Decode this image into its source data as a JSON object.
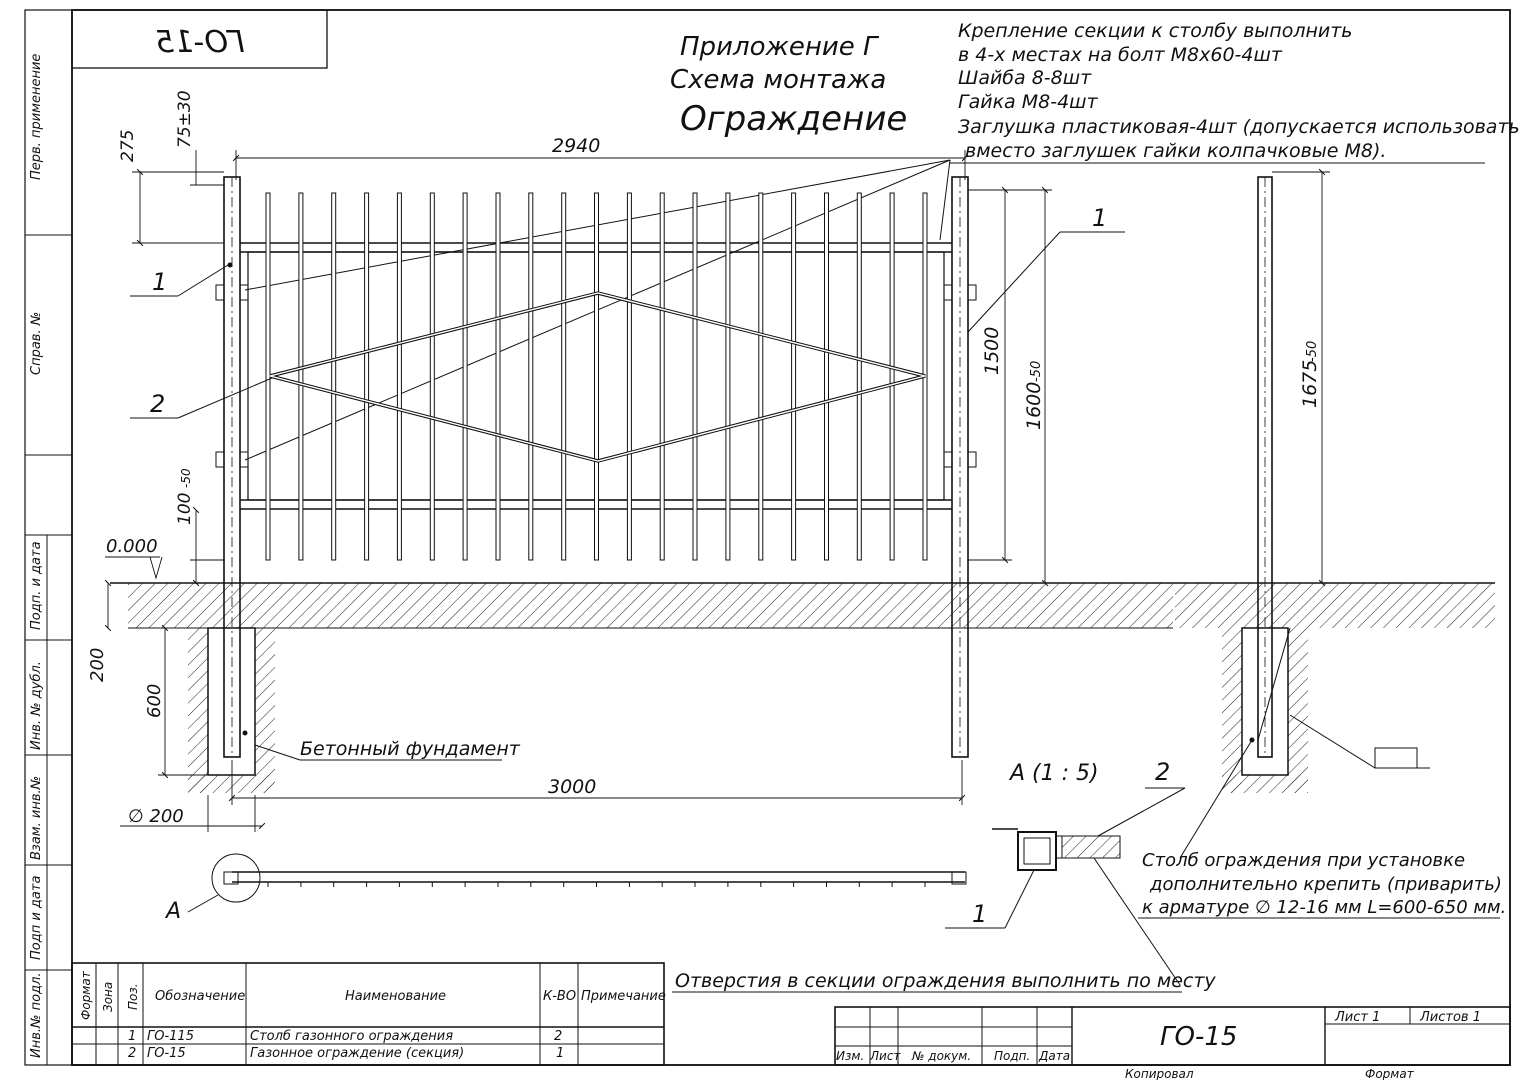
{
  "sheet": {
    "code_mirrored": "ГО-15",
    "appendix": "Приложение Г",
    "scheme": "Схема монтажа",
    "object": "Ограждение",
    "stamp_code": "ГО-15",
    "sheet": "Лист 1",
    "sheets": "Листов 1",
    "copied": "Копировал",
    "format": "Формат"
  },
  "side_strip": [
    "Перв. применение",
    "Справ. №",
    "Подп. и дата",
    "Инв. № дубл.",
    "Взам. инв.№",
    "Подп и дата",
    "Инв.№ подл."
  ],
  "stamp_cells": [
    "Изм.",
    "Лист",
    "№ докум.",
    "Подп.",
    "Дата"
  ],
  "notes": [
    "Крепление секции к столбу выполнить",
    "в 4-х местах на болт М8х60-4шт",
    "Шайба 8-8шт",
    "Гайка М8-4шт",
    "Заглушка пластиковая-4шт (допускается использовать",
    "вместо заглушек гайки колпачковые М8)."
  ],
  "note_holes": "Отверстия в секции ограждения выполнить по месту",
  "note_post": [
    "Столб ограждения при установке",
    "дополнительно крепить (приварить)",
    "к арматуре ∅ 12-16 мм L=600-650 мм."
  ],
  "labels": {
    "foundation": "Бетонный фундамент",
    "view_a": "А (1 : 5)",
    "a": "А",
    "pos1": "1",
    "pos2": "2"
  },
  "dimensions": {
    "width_2940": "2940",
    "width_3000": "3000",
    "h_1500": "1500",
    "h_1600": "1600",
    "h_1600_tol": "-50",
    "h_1675": "1675",
    "h_1675_tol": "-50",
    "d_275": "275",
    "d_75": "75±30",
    "d_100": "100",
    "d_100_tol": "-50",
    "level": "0.000",
    "d_200": "200",
    "d_600": "600",
    "diam": "∅ 200"
  },
  "spec_table": {
    "headers": [
      "Формат",
      "Зона",
      "Поз.",
      "Обозначение",
      "Наименование",
      "К-ВО",
      "Примечание"
    ],
    "rows": [
      {
        "pos": "1",
        "code": "ГО-115",
        "name": "Столб газонного ограждения",
        "qty": "2"
      },
      {
        "pos": "2",
        "code": "ГО-15",
        "name": "Газонное ограждение (секция)",
        "qty": "1"
      }
    ]
  }
}
